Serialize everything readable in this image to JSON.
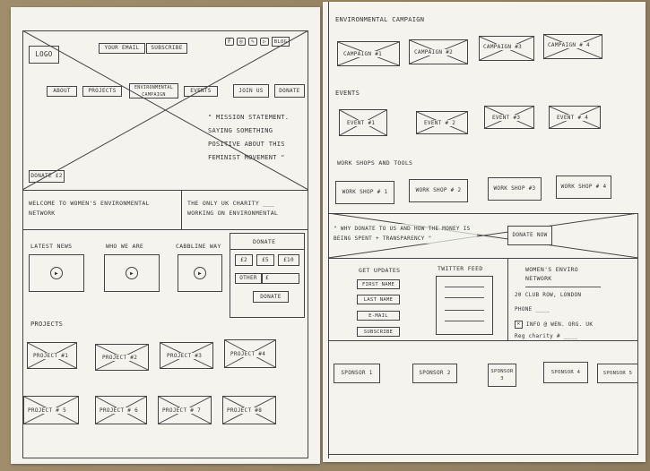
{
  "header": {
    "logo": "LOGO",
    "email_placeholder": "YOUR EMAIL",
    "subscribe": "SUBSCRIBE",
    "blog": "BLOG",
    "nav": [
      "ABOUT",
      "PROJECTS",
      "ENVIRONMENTAL CAMPAIGN",
      "EVENTS",
      "JOIN US",
      "DONATE"
    ],
    "mission": "\" MISSION STATEMENT. SAYING SOMETHING POSITIVE ABOUT THIS FEMINIST MOVEMENT \"",
    "donate_btn": "DONATE £2"
  },
  "welcome": {
    "left": "WELCOME TO WOMEN'S ENVIRONMENTAL NETWORK",
    "right": "THE ONLY UK CHARITY ___ WORKING ON ENVIRONMENTAL"
  },
  "media": {
    "cols": [
      "LATEST NEWS",
      "WHO WE ARE",
      "CABBLINE WAY"
    ],
    "donate_title": "DONATE",
    "amounts": [
      "£2",
      "£5",
      "£10"
    ],
    "other": "OTHER",
    "other_value": "£",
    "donate_btn": "DONATE"
  },
  "projects": {
    "title": "PROJECTS",
    "items": [
      "PROJECT #1",
      "PROJECT #2",
      "PROJECT #3",
      "PROJECT #4",
      "PROJECT # 5",
      "PROJECT # 6",
      "PROJECT # 7",
      "PROJECT #8"
    ]
  },
  "campaigns": {
    "title": "ENVIRONMENTAL CAMPAIGN",
    "items": [
      "CAMPAIGN #1",
      "CAMPAIGN #2",
      "CAMPAIGN #3",
      "CAMPAIGN # 4"
    ]
  },
  "events": {
    "title": "EVENTS",
    "items": [
      "EVENT #1",
      "EVENT # 2",
      "EVENT #3",
      "EVENT # 4"
    ]
  },
  "workshops": {
    "title": "WORK SHOPS AND TOOLS",
    "items": [
      "WORK SHOP # 1",
      "WORK SHOP # 2",
      "WORK SHOP #3",
      "WORK SHOP # 4"
    ]
  },
  "why": {
    "text": "\" WHY DONATE TO US AND HOW THE MONEY IS BEING SPENT + TRANSPARENCY \"",
    "donate_now": "DONATE NOW"
  },
  "footer": {
    "updates_title": "GET UPDATES",
    "fields": [
      "FIRST NAME",
      "LAST NAME",
      "E-MAIL",
      "SUBSCRIBE"
    ],
    "twitter_title": "TWITTER FEED",
    "org_title": "WOMEN'S ENVIRO NETWORK",
    "address": "20 CLUB ROW, LONDON",
    "phone": "PHONE ____",
    "email": "INFO @ WEN. ORG. UK",
    "charity": "Reg charity # ____"
  },
  "sponsors": [
    "SPONSOR 1",
    "SPONSOR 2",
    "SPONSOR 3",
    "SPONSOR 4",
    "SPONSOR 5"
  ]
}
